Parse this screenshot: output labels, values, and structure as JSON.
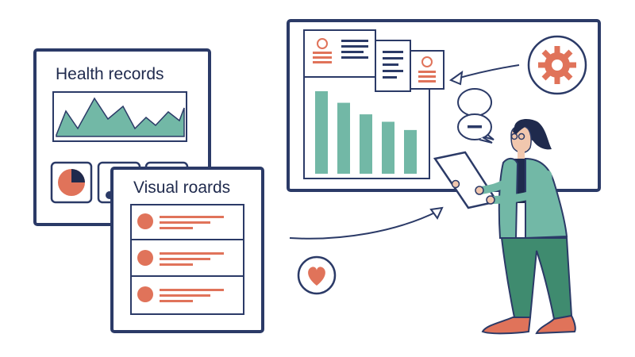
{
  "health_card": {
    "title": "Health records"
  },
  "visual_card": {
    "title": "Visual roards",
    "rows": [
      "row-1",
      "row-2",
      "row-3"
    ]
  },
  "board": {
    "bar_chart_values": [
      100,
      86,
      72,
      63,
      53
    ]
  },
  "icons": {
    "gear": "gear-icon",
    "heart": "heart-icon",
    "minus": "minus-icon",
    "pie": "pie-chart-icon"
  },
  "colors": {
    "navy": "#2b3a67",
    "teal": "#72b8a6",
    "coral": "#e0735a",
    "figure_green": "#3f8b6f",
    "line_gray": "#a7a7a7"
  }
}
